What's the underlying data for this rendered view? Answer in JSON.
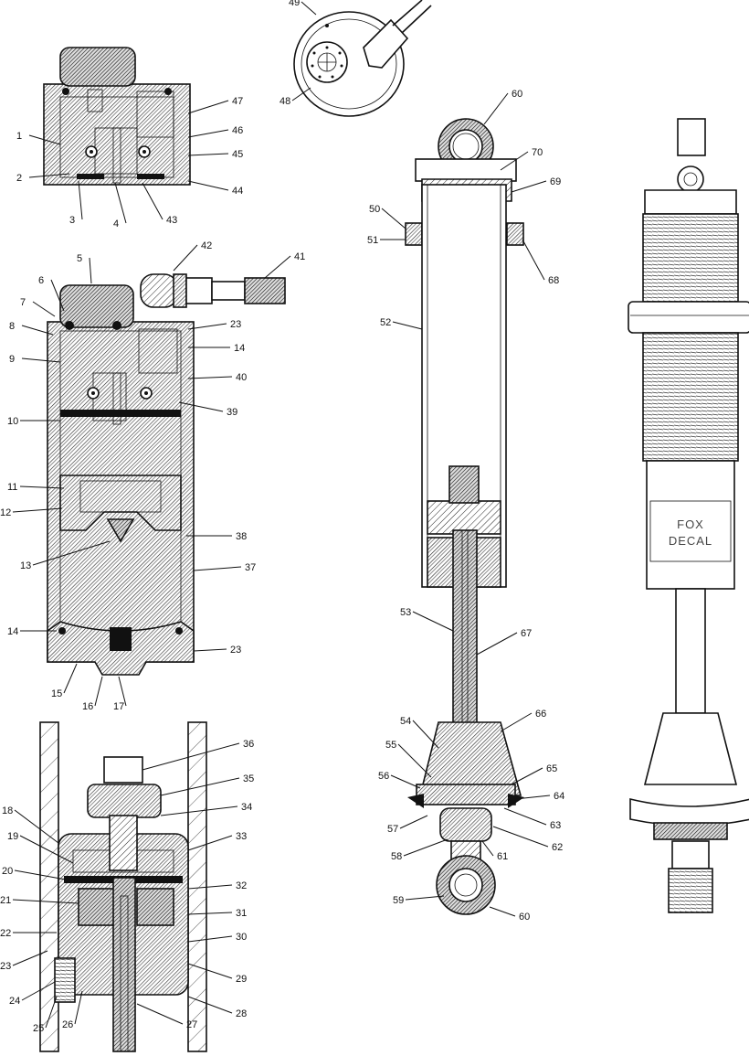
{
  "figure": {
    "decal_text_line1": "FOX",
    "decal_text_line2": "DECAL"
  },
  "labels": [
    "1",
    "2",
    "3",
    "4",
    "5",
    "6",
    "7",
    "8",
    "9",
    "10",
    "11",
    "12",
    "13",
    "14",
    "15",
    "16",
    "17",
    "18",
    "19",
    "20",
    "21",
    "22",
    "23",
    "24",
    "25",
    "26",
    "27",
    "28",
    "29",
    "30",
    "31",
    "32",
    "33",
    "34",
    "35",
    "36",
    "37",
    "38",
    "39",
    "40",
    "41",
    "42",
    "43",
    "44",
    "45",
    "46",
    "47",
    "48",
    "49",
    "50",
    "51",
    "52",
    "53",
    "54",
    "55",
    "56",
    "57",
    "58",
    "59",
    "60",
    "61",
    "62",
    "63",
    "64",
    "65",
    "66",
    "67",
    "68",
    "69",
    "70"
  ],
  "callouts": [
    {
      "t": "1"
    },
    {
      "t": "2"
    },
    {
      "t": "3"
    },
    {
      "t": "4"
    },
    {
      "t": "43"
    },
    {
      "t": "44"
    },
    {
      "t": "45"
    },
    {
      "t": "46"
    },
    {
      "t": "47"
    },
    {
      "t": "48"
    },
    {
      "t": "49"
    },
    {
      "t": "5"
    },
    {
      "t": "6"
    },
    {
      "t": "7"
    },
    {
      "t": "8"
    },
    {
      "t": "9"
    },
    {
      "t": "10"
    },
    {
      "t": "11"
    },
    {
      "t": "12"
    },
    {
      "t": "13"
    },
    {
      "t": "14"
    },
    {
      "t": "15"
    },
    {
      "t": "16"
    },
    {
      "t": "17"
    },
    {
      "t": "23"
    },
    {
      "t": "14"
    },
    {
      "t": "40"
    },
    {
      "t": "39"
    },
    {
      "t": "38"
    },
    {
      "t": "37"
    },
    {
      "t": "23"
    },
    {
      "t": "41"
    },
    {
      "t": "42"
    },
    {
      "t": "18"
    },
    {
      "t": "19"
    },
    {
      "t": "20"
    },
    {
      "t": "21"
    },
    {
      "t": "22"
    },
    {
      "t": "23"
    },
    {
      "t": "24"
    },
    {
      "t": "25"
    },
    {
      "t": "26"
    },
    {
      "t": "27"
    },
    {
      "t": "28"
    },
    {
      "t": "29"
    },
    {
      "t": "30"
    },
    {
      "t": "31"
    },
    {
      "t": "32"
    },
    {
      "t": "33"
    },
    {
      "t": "34"
    },
    {
      "t": "35"
    },
    {
      "t": "36"
    },
    {
      "t": "60"
    },
    {
      "t": "70"
    },
    {
      "t": "69"
    },
    {
      "t": "50"
    },
    {
      "t": "51"
    },
    {
      "t": "68"
    },
    {
      "t": "52"
    },
    {
      "t": "53"
    },
    {
      "t": "67"
    },
    {
      "t": "66"
    },
    {
      "t": "54"
    },
    {
      "t": "55"
    },
    {
      "t": "56"
    },
    {
      "t": "57"
    },
    {
      "t": "58"
    },
    {
      "t": "59"
    },
    {
      "t": "60"
    },
    {
      "t": "61"
    },
    {
      "t": "62"
    },
    {
      "t": "63"
    },
    {
      "t": "64"
    },
    {
      "t": "65"
    }
  ]
}
